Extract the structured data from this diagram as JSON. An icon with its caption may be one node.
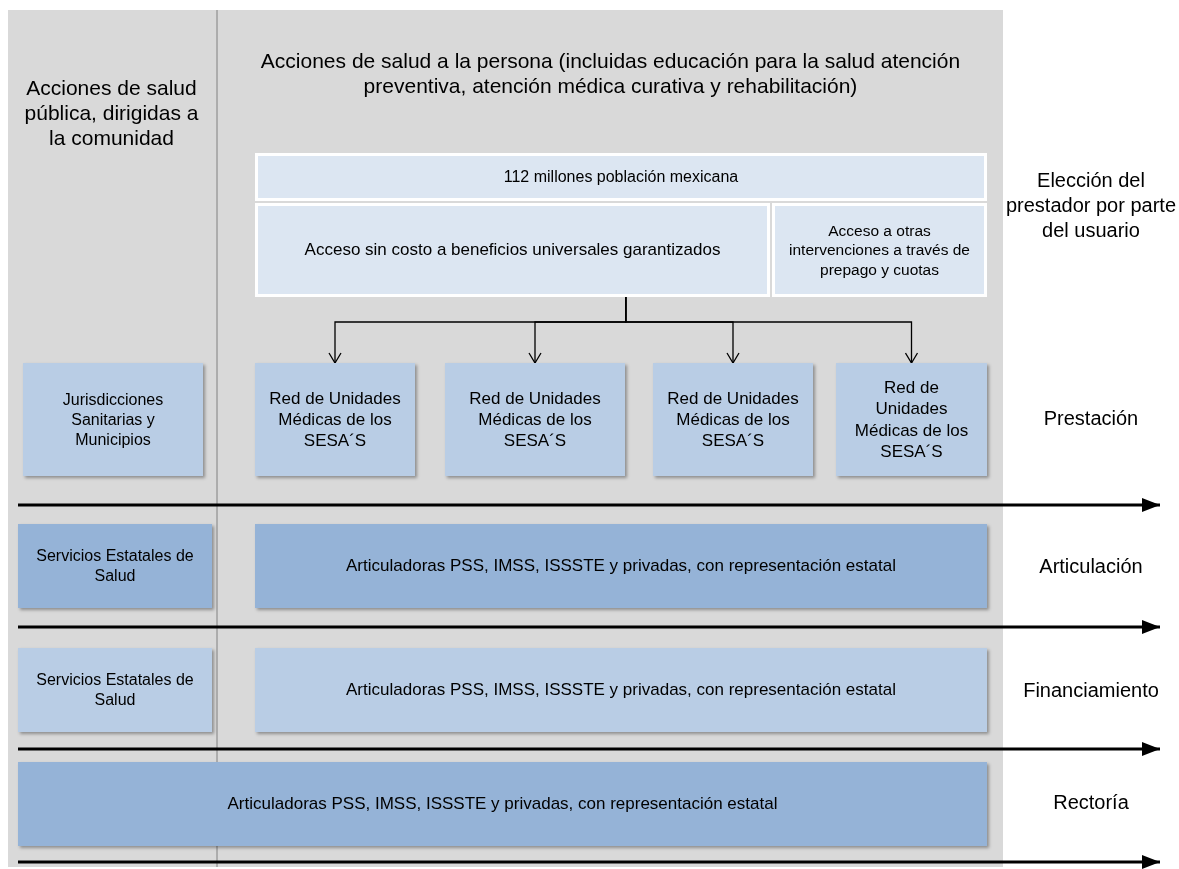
{
  "diagram": {
    "nodes": [
      {
        "text": [
          "112 millones población mexicana"
        ]
      },
      {
        "text": [
          "Acceso sin costo a beneficios universales garantizados"
        ]
      },
      {
        "text": [
          "Acceso a otras intervenciones a través de prepago y cuotas"
        ]
      },
      {
        "text": [
          "Jurisdicciones Sanitarias y Municipios"
        ]
      },
      {
        "text": [
          "Red de Unidades Médicas de los SESA´S"
        ]
      },
      {
        "text": [
          "Red de Unidades Médicas de los SESA´S"
        ]
      },
      {
        "text": [
          "Red de Unidades Médicas de los SESA´S"
        ]
      },
      {
        "text": [
          "Red de Unidades Médicas de los SESA´S"
        ]
      },
      {
        "text": [
          "Servicios Estatales de Salud"
        ]
      },
      {
        "text": [
          "Articuladoras PSS, IMSS, ISSSTE y privadas, con representación estatal"
        ]
      },
      {
        "text": [
          "Servicios Estatales de Salud"
        ]
      },
      {
        "text": [
          "Articuladoras PSS, IMSS, ISSSTE y privadas, con representación estatal"
        ]
      },
      {
        "text": [
          "Articuladoras PSS, IMSS, ISSSTE y privadas, con representación estatal"
        ]
      }
    ],
    "edges": [
      {
        "from": 1,
        "to": 4,
        "arrow": "to"
      },
      {
        "from": 1,
        "to": 5,
        "arrow": "to"
      },
      {
        "from": 1,
        "to": 6,
        "arrow": "to"
      },
      {
        "from": 1,
        "to": 7,
        "arrow": "to"
      }
    ],
    "labels": [
      "Acciones de salud pública, dirigidas a la comunidad",
      "Acciones de salud a la persona (incluidas educación para la salud atención preventiva, atención médica curativa y rehabilitación)",
      "Elección del prestador por parte del usuario",
      "Prestación",
      "Articulación",
      "Financiamiento",
      "Rectoría"
    ]
  }
}
